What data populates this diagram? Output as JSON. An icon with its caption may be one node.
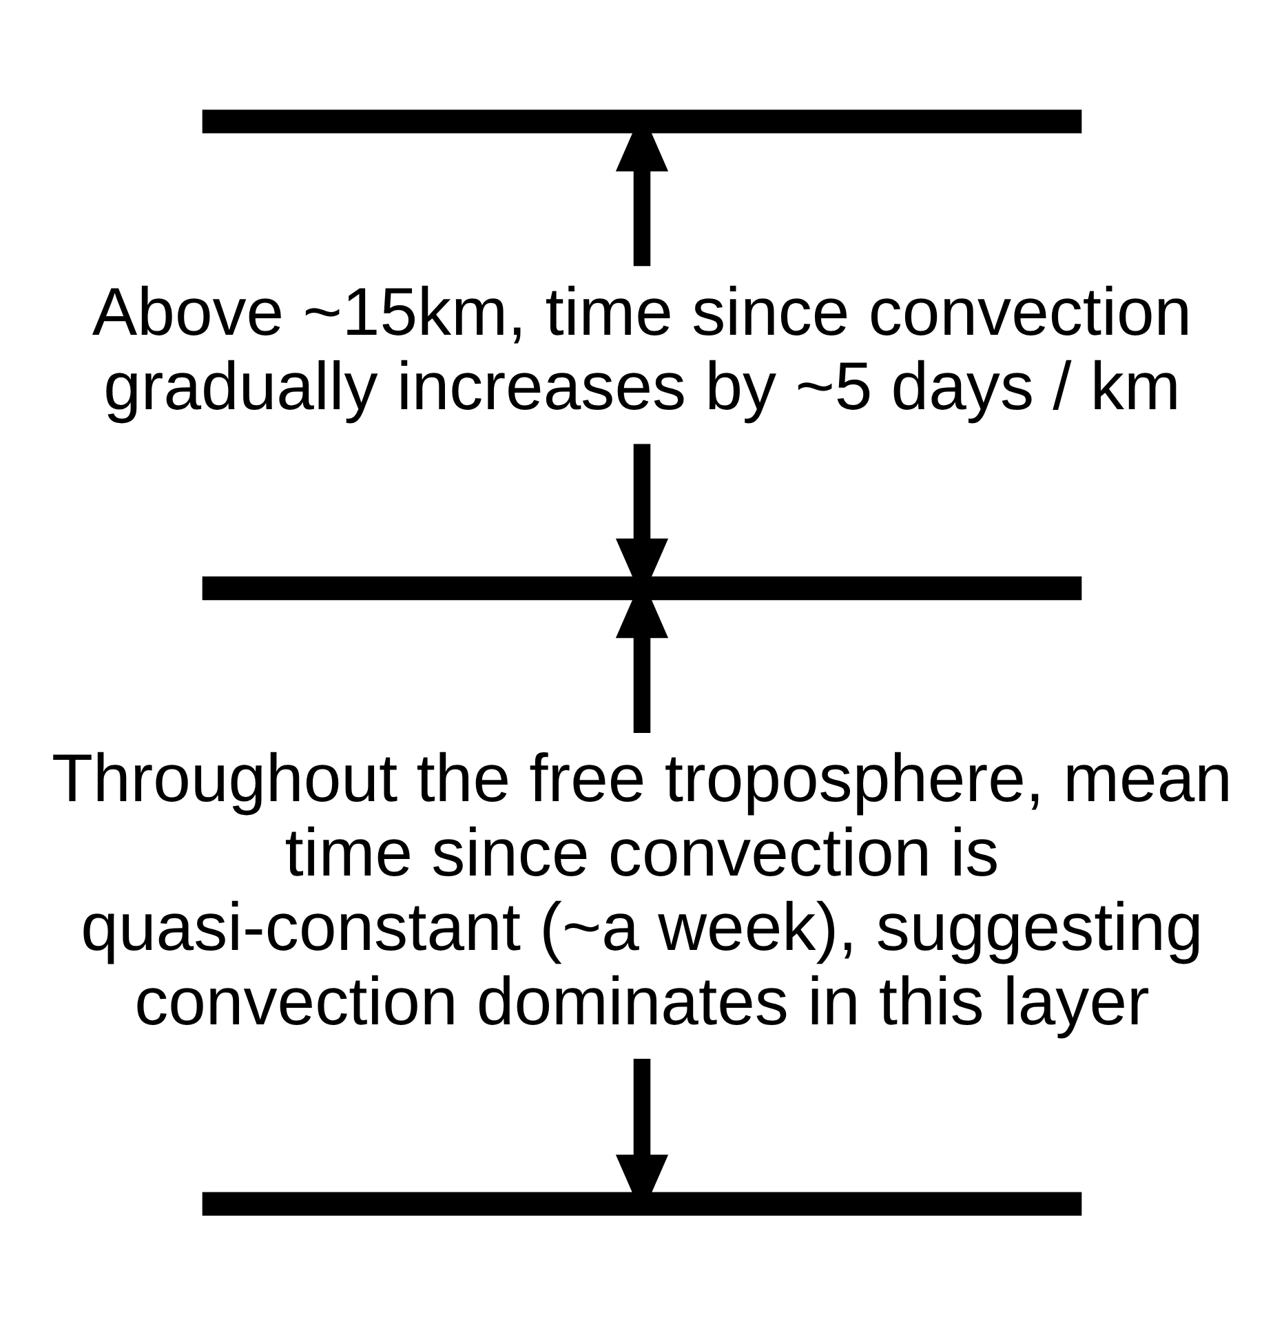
{
  "diagram": {
    "nodes": [
      {
        "text": [],
        "shape": "bar"
      },
      {
        "text": [
          "Above ~15km, time since convection gradually increases by ~5 days / km"
        ]
      },
      {
        "text": [],
        "shape": "bar"
      },
      {
        "text": [
          "Throughout the free troposphere, mean time since convection is quasi-constant (~a week), suggesting convection dominates in this layer"
        ]
      },
      {
        "text": [],
        "shape": "bar"
      }
    ],
    "edges": [
      {
        "from": 1,
        "to": 0,
        "arrow": "to"
      },
      {
        "from": 1,
        "to": 2,
        "arrow": "to"
      },
      {
        "from": 3,
        "to": 2,
        "arrow": "to"
      },
      {
        "from": 3,
        "to": 4,
        "arrow": "to"
      }
    ]
  }
}
